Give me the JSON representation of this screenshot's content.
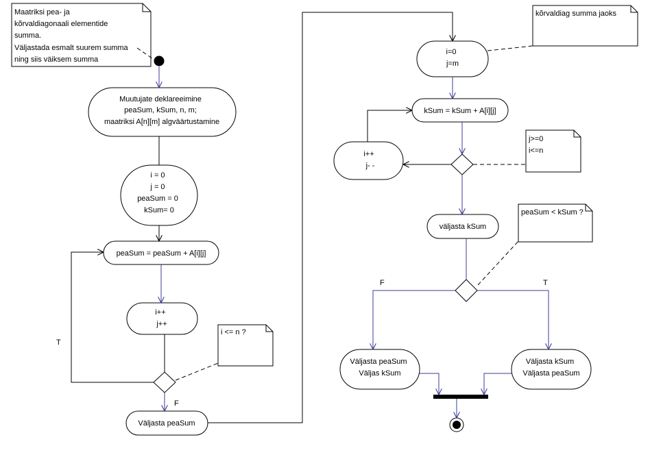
{
  "notes": {
    "intro": {
      "lines": [
        "Maatriksi pea- ja",
        "kõrvaldiagonaali elementide",
        "summa.",
        "Väljastada esmalt suurem summa",
        "ning siis väiksem summa"
      ]
    },
    "second_diag": {
      "lines": [
        "kõrvaldiag summa jaoks"
      ]
    },
    "loop_cond1": {
      "lines": [
        "i <= n ?"
      ]
    },
    "loop_cond2": {
      "lines": [
        "j>=0",
        "i<=n"
      ]
    },
    "compare": {
      "lines": [
        "peaSum < kSum ?"
      ]
    }
  },
  "activities": {
    "declare": {
      "lines": [
        "Muutujate deklareeimine",
        "peaSum, kSum, n, m;",
        "maatriksi A[n][m] algväärtustamine"
      ]
    },
    "init1": {
      "lines": [
        "i = 0",
        "j = 0",
        "peaSum = 0",
        "kSum= 0"
      ]
    },
    "pea_add": {
      "lines": [
        "peaSum = peaSum + A[i][j]"
      ]
    },
    "inc1": {
      "lines": [
        "i++",
        "j++"
      ]
    },
    "out_pea": {
      "lines": [
        "Väljasta peaSum"
      ]
    },
    "init2": {
      "lines": [
        "i=0",
        "j=m"
      ]
    },
    "k_add": {
      "lines": [
        "kSum = kSum + A[i][j]"
      ]
    },
    "inc2": {
      "lines": [
        "i++",
        "j- -"
      ]
    },
    "out_k": {
      "lines": [
        "väljasta kSum"
      ]
    },
    "out_false": {
      "lines": [
        "Väljasta peaSum",
        "Väljas kSum"
      ]
    },
    "out_true": {
      "lines": [
        "Väljasta kSum",
        "Väljasta peaSum"
      ]
    }
  },
  "guards": {
    "loop1_true": "T",
    "loop1_false": "F",
    "cmp_false": "F",
    "cmp_true": "T"
  }
}
